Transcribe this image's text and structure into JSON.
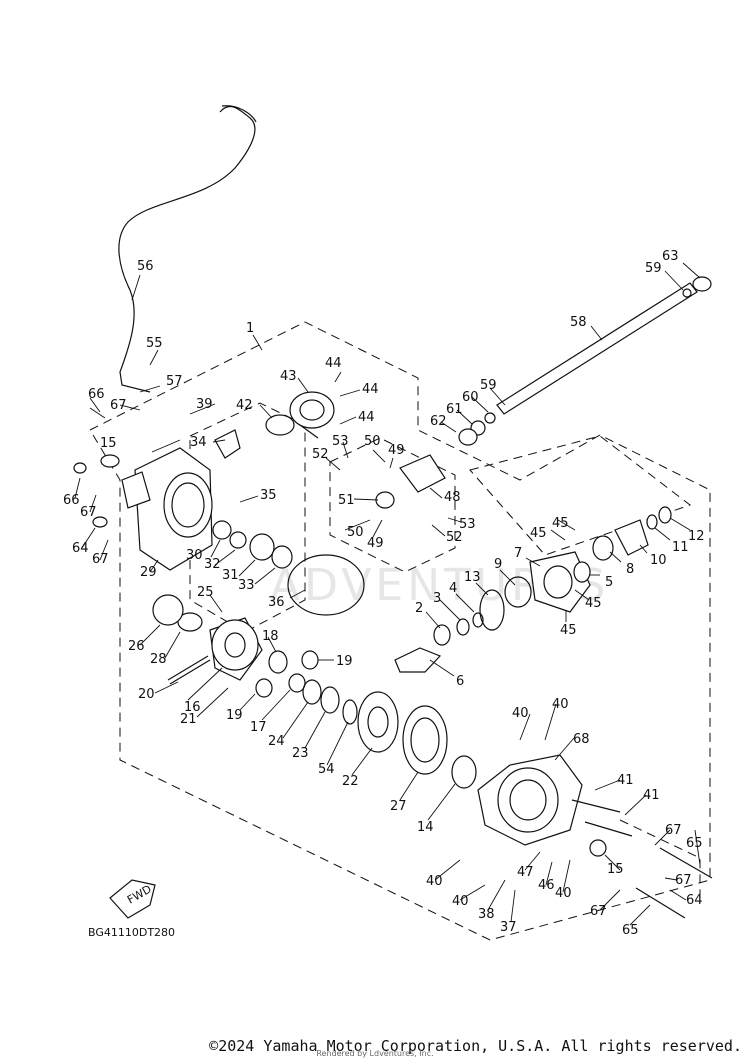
{
  "diagram_code": "BG41110DT280",
  "fwd_label": "FWD",
  "watermark": "ADVENTURES",
  "copyright": "©2024 Yamaha Motor Corporation, U.S.A. All rights reserved.",
  "rendered_by": "Rendered by Ldventures, Inc.",
  "callouts": {
    "c1": "1",
    "c2": "2",
    "c3": "3",
    "c4": "4",
    "c5": "5",
    "c6": "6",
    "c7": "7",
    "c8": "8",
    "c9": "9",
    "c10": "10",
    "c11": "11",
    "c12": "12",
    "c13": "13",
    "c14": "14",
    "c15a": "15",
    "c15b": "15",
    "c16": "16",
    "c17": "17",
    "c18": "18",
    "c19a": "19",
    "c19b": "19",
    "c20": "20",
    "c21": "21",
    "c22": "22",
    "c23": "23",
    "c24": "24",
    "c25": "25",
    "c26": "26",
    "c27": "27",
    "c28": "28",
    "c29": "29",
    "c30": "30",
    "c31": "31",
    "c32": "32",
    "c33": "33",
    "c34": "34",
    "c35": "35",
    "c36": "36",
    "c37": "37",
    "c38": "38",
    "c39": "39",
    "c40a": "40",
    "c40b": "40",
    "c40c": "40",
    "c40d": "40",
    "c40e": "40",
    "c41a": "41",
    "c41b": "41",
    "c42": "42",
    "c43": "43",
    "c44a": "44",
    "c44b": "44",
    "c44c": "44",
    "c45a": "45",
    "c45b": "45",
    "c45c": "45",
    "c45d": "45",
    "c46": "46",
    "c47": "47",
    "c48": "48",
    "c49a": "49",
    "c49b": "49",
    "c50a": "50",
    "c50b": "50",
    "c51": "51",
    "c52a": "52",
    "c52b": "52",
    "c53a": "53",
    "c53b": "53",
    "c54": "54",
    "c55": "55",
    "c56": "56",
    "c57": "57",
    "c58": "58",
    "c59a": "59",
    "c59b": "59",
    "c60": "60",
    "c61": "61",
    "c62": "62",
    "c63": "63",
    "c64a": "64",
    "c64b": "64",
    "c65a": "65",
    "c65b": "65",
    "c66a": "66",
    "c66b": "66",
    "c67a": "67",
    "c67b": "67",
    "c67c": "67",
    "c67d": "67",
    "c67e": "67",
    "c67f": "67",
    "c68": "68"
  }
}
